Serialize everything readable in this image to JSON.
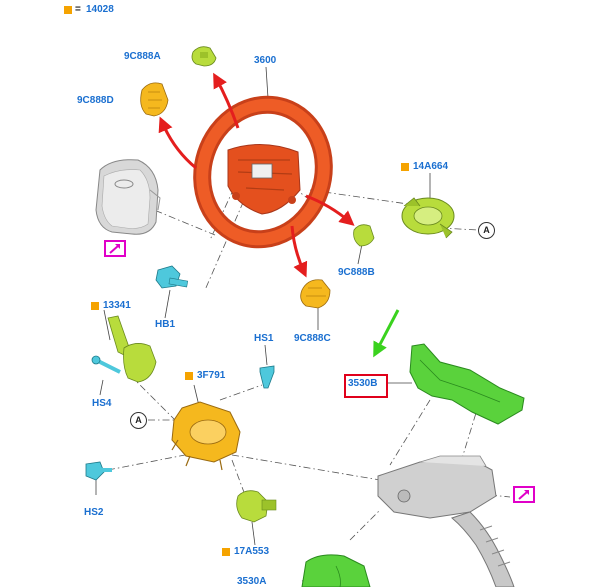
{
  "legend": {
    "marker_color": "#f5a300",
    "symbol": "=",
    "value": "14028"
  },
  "labels": {
    "steering_wheel": "3600",
    "switch_9c888a": "9C888A",
    "switch_9c888d": "9C888D",
    "switch_9c888b": "9C888B",
    "switch_9c888c": "9C888C",
    "clockspring": "14A664",
    "bolt_hb1": "HB1",
    "lever_13341": "13341",
    "module_3f791": "3F791",
    "screw_hs1": "HS1",
    "screw_hs4": "HS4",
    "screw_hs2": "HS2",
    "connector_17a553": "17A553",
    "shroud_3530b": "3530B",
    "shroud_3530a": "3530A",
    "ref_a_1": "A",
    "ref_a_2": "A"
  },
  "colors": {
    "label_blue": "#1a6fd0",
    "wheel": "#e4501e",
    "yellow_green": "#b8dc3c",
    "green": "#5ad23c",
    "orange_part": "#f5b81e",
    "cyan": "#4ec8dc",
    "arrow_red": "#e41e1e",
    "arrow_green": "#3ad21e",
    "callout_magenta": "#e000c8",
    "highlight_red": "#e0001b",
    "grey_part": "#c8c8c8"
  }
}
